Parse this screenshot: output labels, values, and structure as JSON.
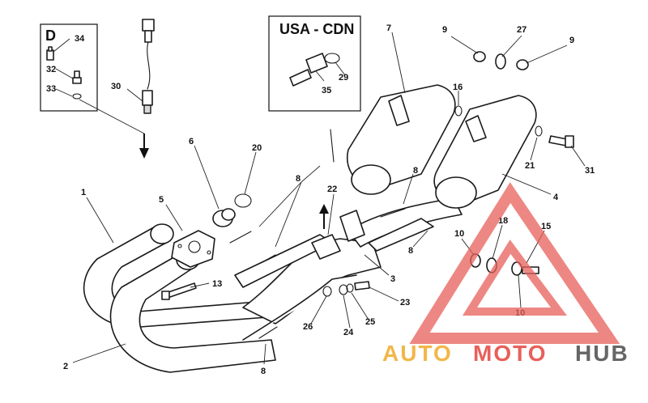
{
  "inset_d": {
    "title": "D"
  },
  "inset_usa": {
    "title": "USA - CDN"
  },
  "callouts": {
    "c1": "1",
    "c2": "2",
    "c3": "3",
    "c4": "4",
    "c5": "5",
    "c6": "6",
    "c7": "7",
    "c8a": "8",
    "c8b": "8",
    "c8c": "8",
    "c8d": "8",
    "c9a": "9",
    "c9b": "9",
    "c10a": "10",
    "c10b": "10",
    "c13": "13",
    "c15": "15",
    "c16": "16",
    "c18": "18",
    "c20": "20",
    "c21": "21",
    "c22": "22",
    "c23": "23",
    "c24": "24",
    "c25": "25",
    "c26": "26",
    "c27": "27",
    "c29": "29",
    "c30": "30",
    "c31": "31",
    "c32": "32",
    "c33": "33",
    "c34": "34",
    "c35": "35"
  },
  "watermark": {
    "part1": "AUTO",
    "part2": "MOTO",
    "part3": "HUB",
    "colors": {
      "auto": "#f2b64a",
      "moto": "#e8605a",
      "hub": "#666666",
      "triangle": "#e8605a"
    }
  },
  "icons": {
    "arrow": "down-arrow-icon",
    "arrow_up": "up-arrow-icon"
  }
}
